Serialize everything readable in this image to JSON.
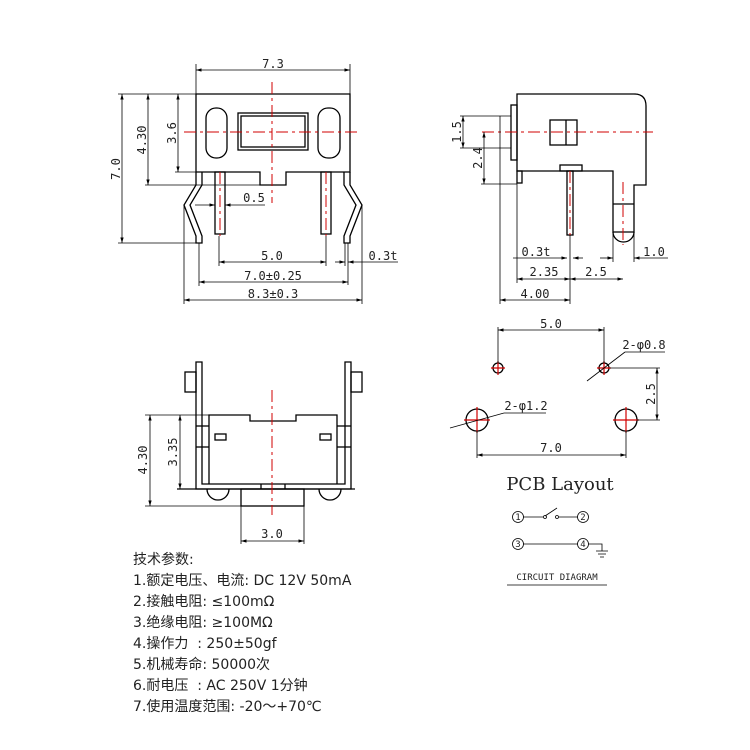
{
  "front_view": {
    "width_top": "7.3",
    "height_total": "7.0",
    "height_body": "4.30",
    "height_upper": "3.6",
    "pin_width": "0.5",
    "pin_pitch": "5.0",
    "thickness": "0.3t",
    "leg_span": "7.0±0.25",
    "overall_span": "8.3±0.3"
  },
  "side_view": {
    "dim_a": "1.5",
    "dim_b": "2.4",
    "thickness": "0.3t",
    "dim_c": "2.35",
    "dim_d": "2.5",
    "dim_e": "1.0",
    "dim_f": "4.00"
  },
  "bottom_view": {
    "height_total": "4.30",
    "height_body": "3.35",
    "actuator_width": "3.0"
  },
  "pcb": {
    "title": "PCB Layout",
    "small_pitch": "5.0",
    "small_hole": "2-φ0.8",
    "row_offset": "2.5",
    "large_hole": "2-φ1.2",
    "large_pitch": "7.0"
  },
  "circuit": {
    "title": "CIRCUIT DIAGRAM",
    "pins": [
      "1",
      "2",
      "3",
      "4"
    ]
  },
  "specs": {
    "heading": "技术参数:",
    "items": [
      "1.额定电压、电流: DC 12V 50mA",
      "2.接触电阻: ≤100mΩ",
      "3.绝缘电阻: ≥100MΩ",
      "4.操作力  : 250±50gf",
      "5.机械寿命: 50000次",
      "6.耐电压  : AC 250V 1分钟",
      "7.使用温度范围: -20～+70℃"
    ]
  }
}
